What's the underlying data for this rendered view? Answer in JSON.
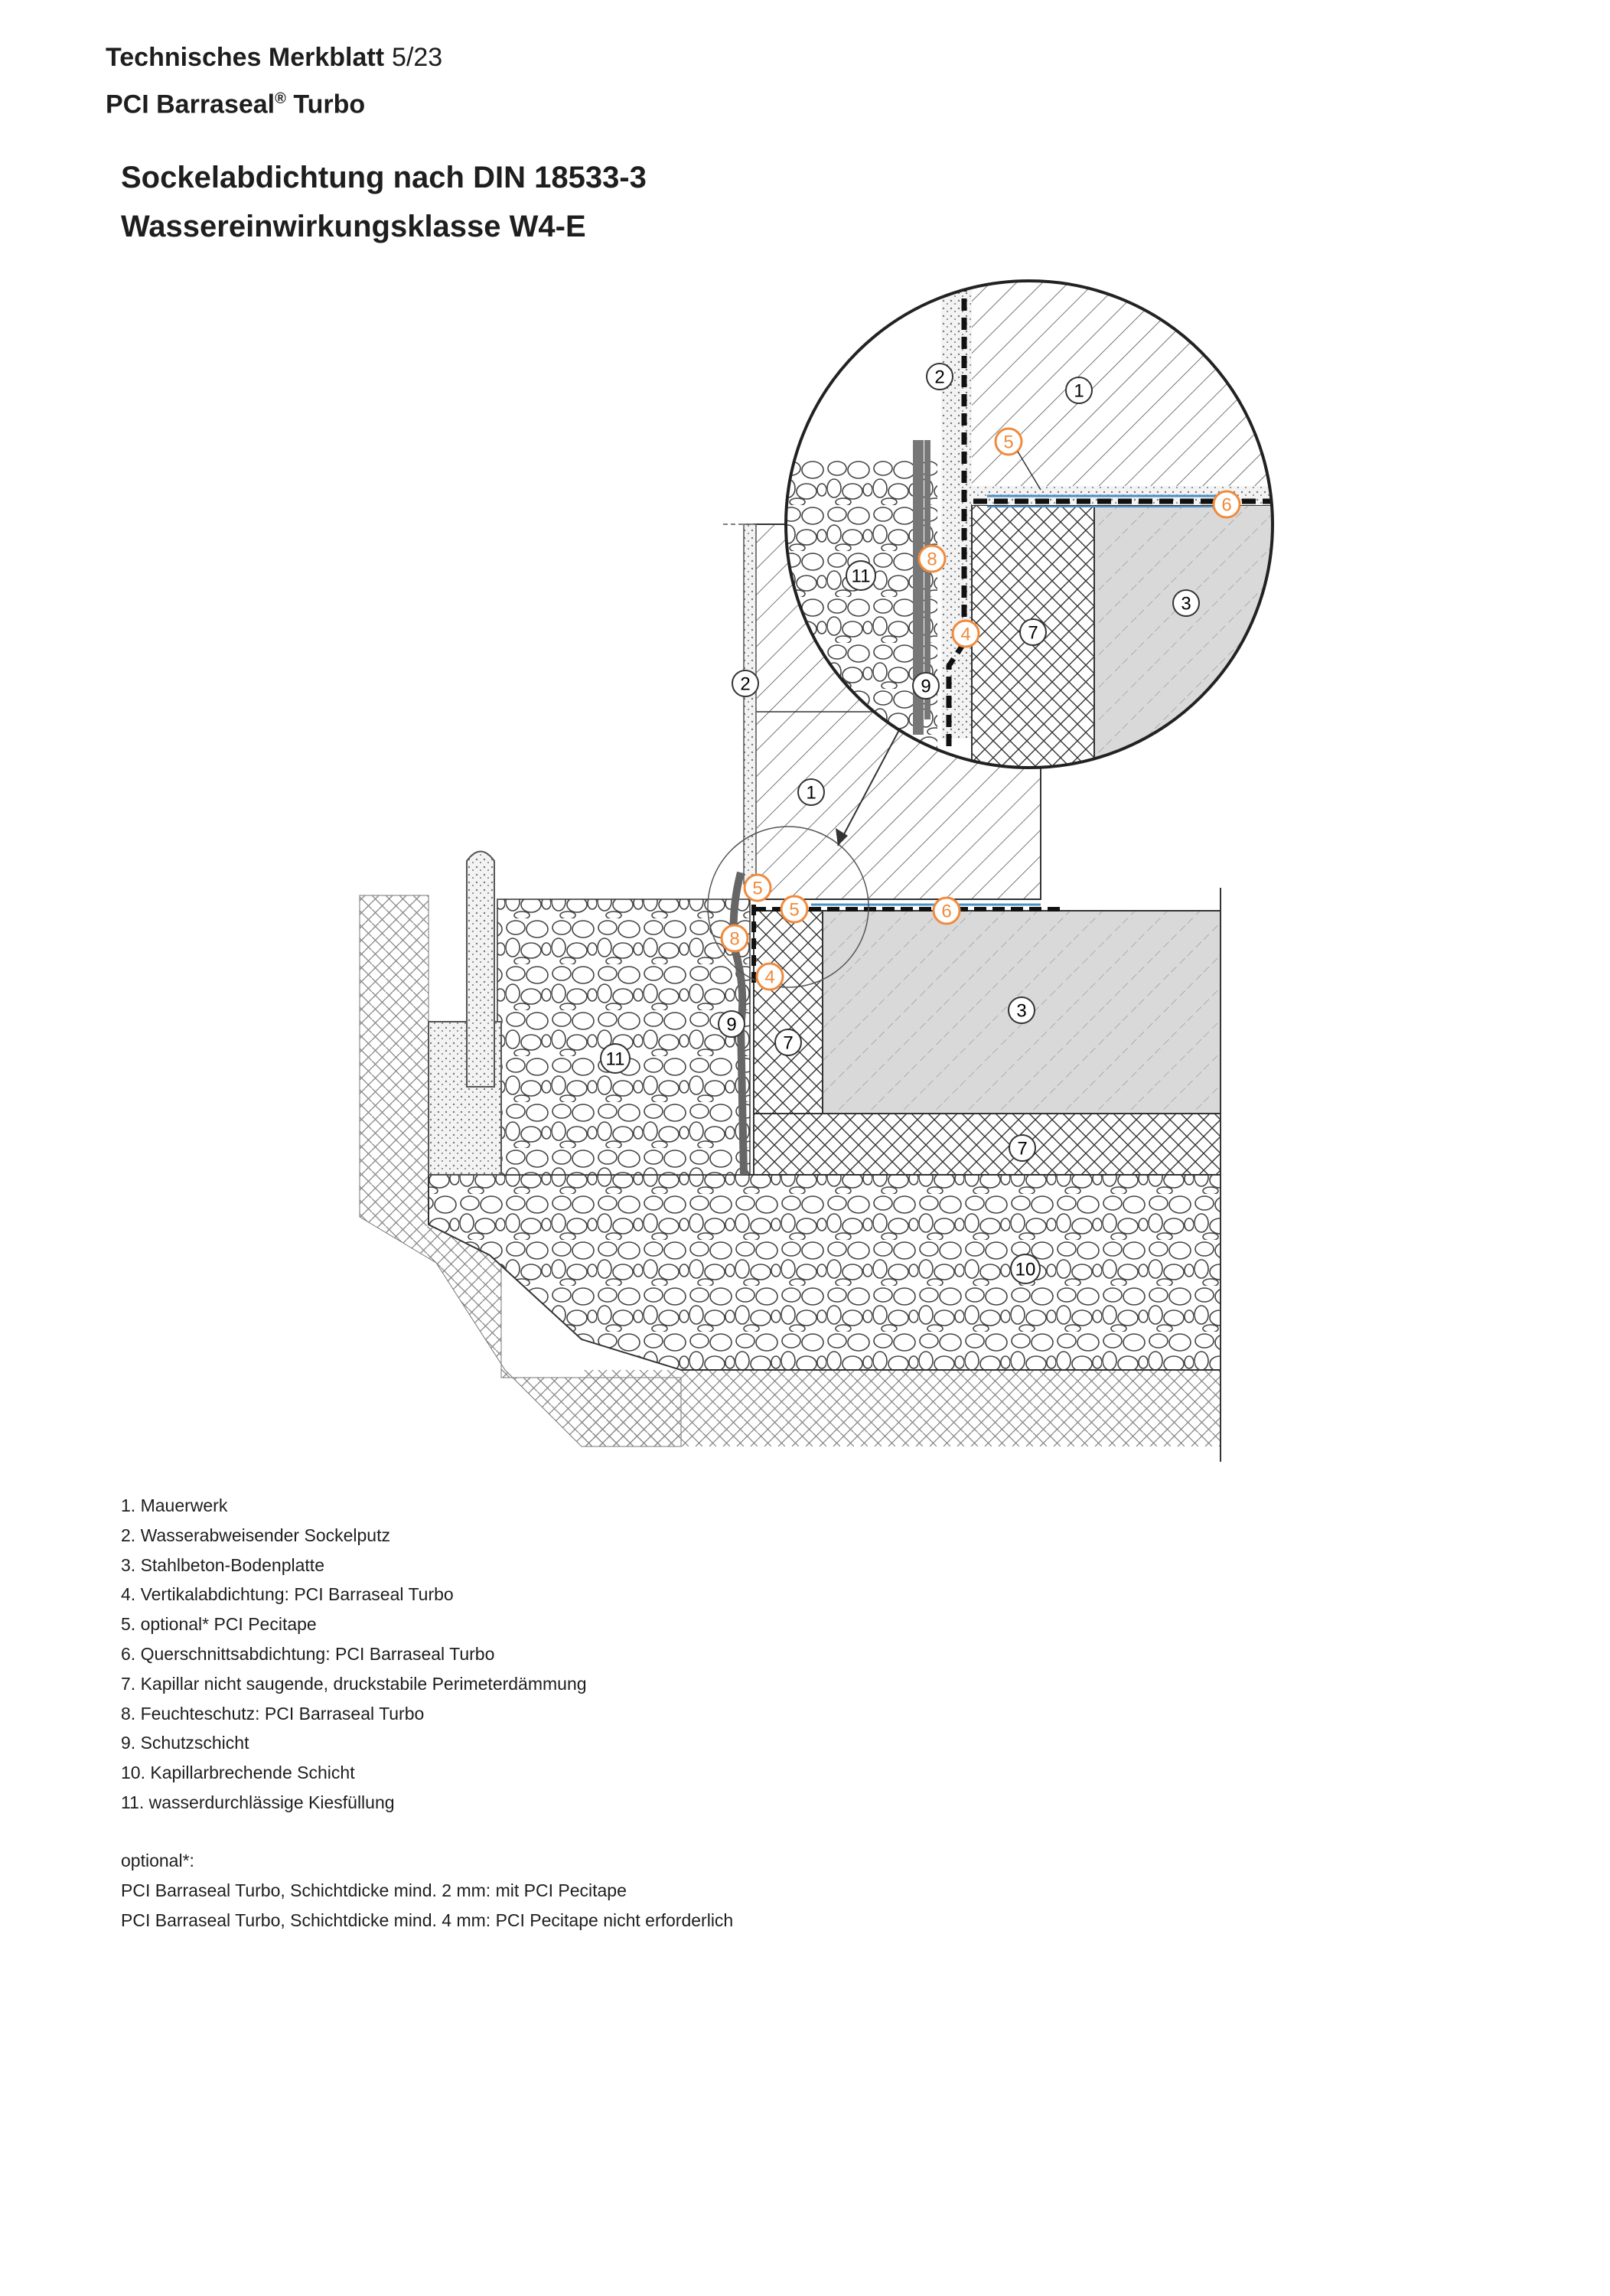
{
  "header": {
    "doc_type": "Technisches Merkblatt",
    "page": "5/23",
    "product_name": "PCI Barraseal",
    "product_mark": "®",
    "product_suffix": " Turbo"
  },
  "title": {
    "line1": "Sockelabdichtung nach DIN 18533-3",
    "line2": "Wassereinwirkungsklasse W4-E"
  },
  "drawing": {
    "labels": {
      "1": "1",
      "2": "2",
      "3": "3",
      "4": "4",
      "5": "5",
      "6": "6",
      "7": "7",
      "8": "8",
      "9": "9",
      "10": "10",
      "11": "11"
    },
    "colors": {
      "highlight": "#f08a3c",
      "line": "#333333",
      "concrete": "#d9d9d9",
      "blue": "#4a90c4"
    }
  },
  "legend": [
    "1. Mauerwerk",
    "2. Wasserabweisender Sockelputz",
    "3. Stahlbeton-Bodenplatte",
    "4. Vertikalabdichtung: PCI Barraseal Turbo",
    "5. optional* PCI Pecitape",
    "6. Querschnittsabdichtung: PCI Barraseal Turbo",
    "7. Kapillar nicht saugende, druckstabile Perimeterdämmung",
    "8. Feuchteschutz: PCI Barraseal Turbo",
    "9. Schutzschicht",
    "10. Kapillarbrechende Schicht",
    "11. wasserdurchlässige Kiesfüllung"
  ],
  "note": {
    "heading": "optional*:",
    "line1": "PCI Barraseal Turbo, Schichtdicke mind. 2 mm: mit PCI Pecitape",
    "line2": "PCI Barraseal Turbo, Schichtdicke mind. 4 mm: PCI Pecitape nicht erforderlich"
  }
}
